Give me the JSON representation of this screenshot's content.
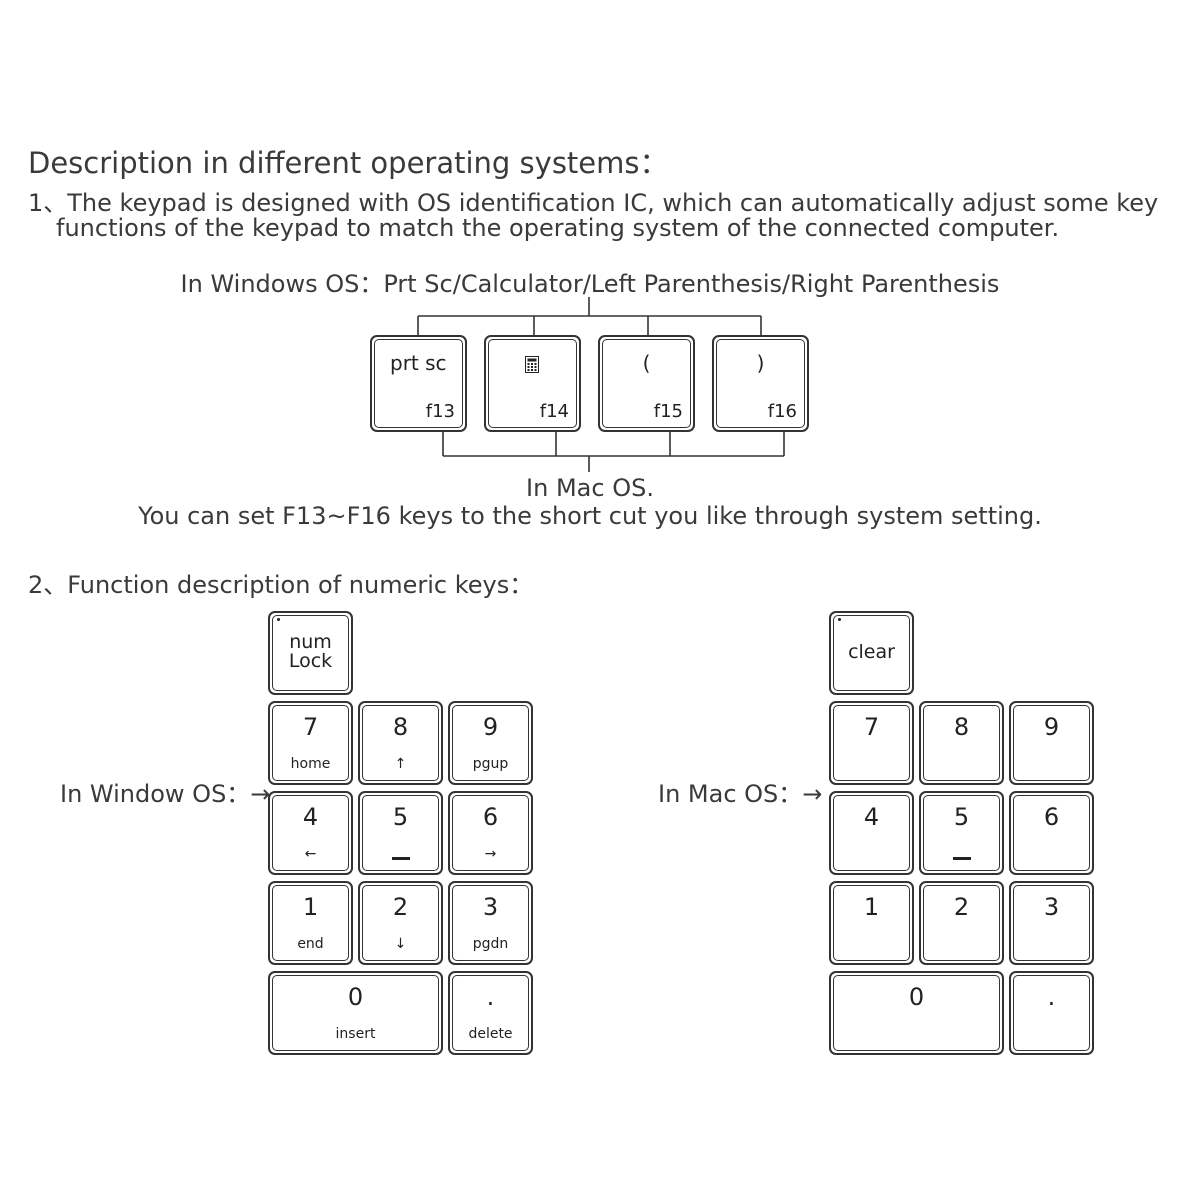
{
  "heading": "Description in different operating systems：",
  "section1": {
    "line1": "1、The keypad is designed with OS identification IC, which can automatically adjust some key",
    "line2": "functions of the keypad to match the operating system of the connected computer.",
    "windows_caption": "In  Windows OS：Prt Sc/Calculator/Left Parenthesis/Right Parenthesis",
    "mac_caption": "In Mac OS.",
    "mac_note": "You can set F13~F16 keys to the short cut you like through system setting.",
    "fkeys": [
      {
        "top": "prt sc",
        "bottom": "f13",
        "icon": null
      },
      {
        "top": "",
        "bottom": "f14",
        "icon": "calculator-icon"
      },
      {
        "top": "(",
        "bottom": "f15",
        "icon": null
      },
      {
        "top": ")",
        "bottom": "f16",
        "icon": null
      }
    ]
  },
  "section2": {
    "title": "2、Function description of numeric keys：",
    "windows_label": "In Window OS：→",
    "mac_label": "In Mac OS：→",
    "windows_keypad": {
      "numlock": {
        "line1": "num",
        "line2": "Lock"
      },
      "keys": [
        {
          "main": "7",
          "sub": "home"
        },
        {
          "main": "8",
          "sub": "↑"
        },
        {
          "main": "9",
          "sub": "pgup"
        },
        {
          "main": "4",
          "sub": "←"
        },
        {
          "main": "5",
          "sub": ""
        },
        {
          "main": "6",
          "sub": "→"
        },
        {
          "main": "1",
          "sub": "end"
        },
        {
          "main": "2",
          "sub": "↓"
        },
        {
          "main": "3",
          "sub": "pgdn"
        },
        {
          "main": "0",
          "sub": "insert"
        },
        {
          "main": ".",
          "sub": "delete"
        }
      ]
    },
    "mac_keypad": {
      "clear": "clear",
      "keys": [
        {
          "main": "7"
        },
        {
          "main": "8"
        },
        {
          "main": "9"
        },
        {
          "main": "4"
        },
        {
          "main": "5"
        },
        {
          "main": "6"
        },
        {
          "main": "1"
        },
        {
          "main": "2"
        },
        {
          "main": "3"
        },
        {
          "main": "0"
        },
        {
          "main": "."
        }
      ]
    }
  }
}
